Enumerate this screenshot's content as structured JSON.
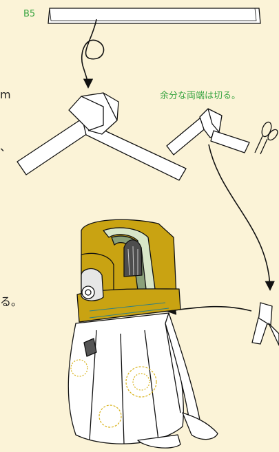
{
  "labels": {
    "paper_size": "B5",
    "trim_note": "余分な両端は切る。",
    "left_fragment_top": "m",
    "left_fragment_mid": "、",
    "left_fragment_bottom": "る。"
  },
  "colors": {
    "background": "#fbf3d7",
    "label_green": "#3aa542",
    "kimono_gold": "#c9a312",
    "stroke": "#111111"
  }
}
